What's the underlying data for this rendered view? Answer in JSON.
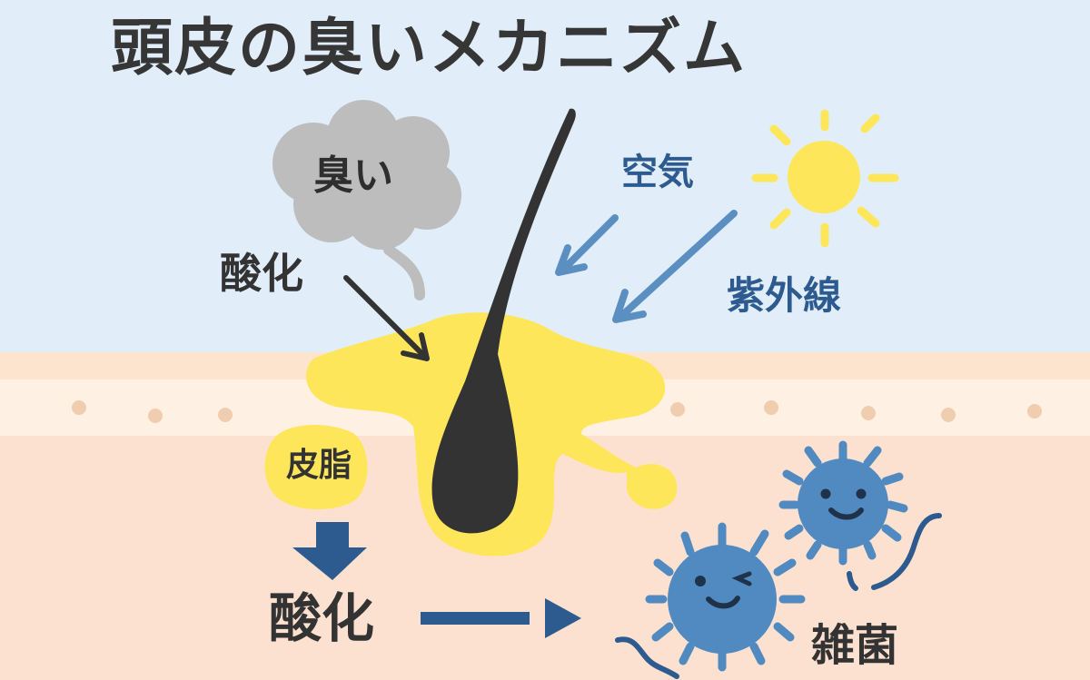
{
  "title": "頭皮の臭いメカニズム",
  "labels": {
    "smell": "臭い",
    "oxidation_top": "酸化",
    "air": "空気",
    "uv": "紫外線",
    "sebum": "皮脂",
    "oxidation_bottom": "酸化",
    "bacteria": "雑菌"
  },
  "colors": {
    "sky": "#e1eef9",
    "skin_top": "#fde4cf",
    "skin_mid": "#fef1e4",
    "skin_deep": "#fde0cf",
    "pore_dot": "#f1cdb0",
    "sebum_yellow": "#fde65a",
    "hair": "#333333",
    "cloud_gray": "#bdbdbd",
    "sun_yellow": "#fde65a",
    "arrow_light_blue": "#5b8fc1",
    "arrow_dark_blue": "#2d5b8f",
    "bacteria_blue": "#508ac0",
    "text_dark": "#333333",
    "text_blue": "#2d5b8f"
  },
  "icons": [
    "smell-cloud-icon",
    "sun-icon",
    "hair-follicle-icon",
    "bacteria-icon",
    "arrow-icon"
  ]
}
